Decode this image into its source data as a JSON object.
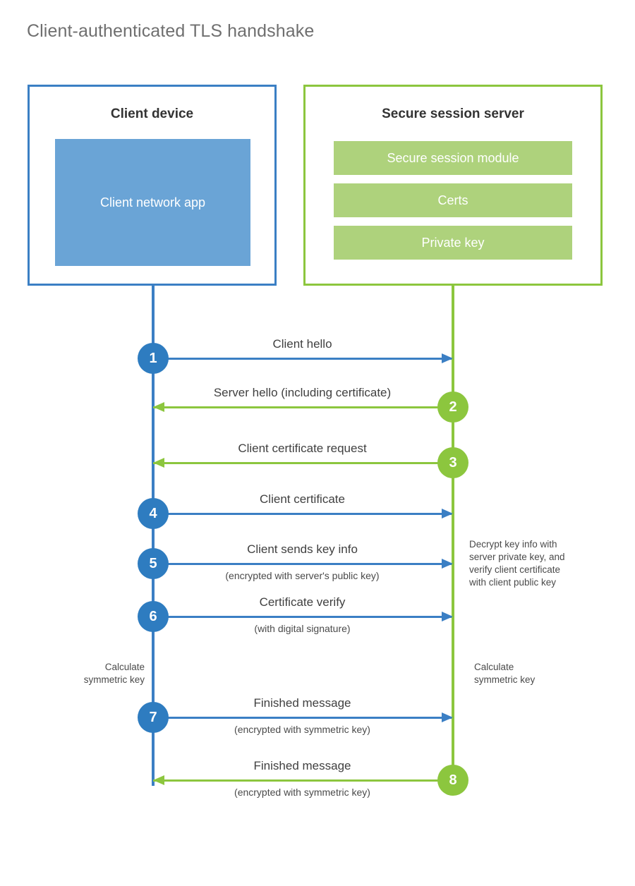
{
  "title": "Client-authenticated TLS handshake",
  "colors": {
    "client_blue": "#3b7fc4",
    "client_circle_blue": "#2e7cc0",
    "client_app_fill": "#6aa4d6",
    "server_green": "#8cc63e",
    "server_row_fill": "#aed27c",
    "text_dark": "#404040",
    "title_gray": "#6f6f6f",
    "background": "#ffffff"
  },
  "client": {
    "title": "Client device",
    "app_label": "Client network app"
  },
  "server": {
    "title": "Secure session server",
    "rows": [
      {
        "label": "Secure session module"
      },
      {
        "label": "Certs"
      },
      {
        "label": "Private key"
      }
    ]
  },
  "messages": [
    {
      "number": "1",
      "label": "Client hello",
      "sublabel": "",
      "direction": "client-to-server",
      "origin": "client"
    },
    {
      "number": "2",
      "label": "Server hello (including certificate)",
      "sublabel": "",
      "direction": "server-to-client",
      "origin": "server"
    },
    {
      "number": "3",
      "label": "Client certificate request",
      "sublabel": "",
      "direction": "server-to-client",
      "origin": "server"
    },
    {
      "number": "4",
      "label": "Client certificate",
      "sublabel": "",
      "direction": "client-to-server",
      "origin": "client"
    },
    {
      "number": "5",
      "label": "Client sends key info",
      "sublabel": "(encrypted with server's public key)",
      "direction": "client-to-server",
      "origin": "client"
    },
    {
      "number": "6",
      "label": "Certificate verify",
      "sublabel": "(with digital signature)",
      "direction": "client-to-server",
      "origin": "client"
    },
    {
      "number": "7",
      "label": "Finished message",
      "sublabel": "(encrypted with symmetric key)",
      "direction": "client-to-server",
      "origin": "client"
    },
    {
      "number": "8",
      "label": "Finished message",
      "sublabel": "(encrypted with symmetric key)",
      "direction": "server-to-client",
      "origin": "server"
    }
  ],
  "notes": {
    "server_decrypt": {
      "lines": [
        "Decrypt key info with",
        "server private key, and",
        "verify client certificate",
        "with client public key"
      ]
    },
    "client_calculate": {
      "lines": [
        "Calculate",
        "symmetric key"
      ]
    },
    "server_calculate": {
      "lines": [
        "Calculate",
        "symmetric key"
      ]
    }
  }
}
